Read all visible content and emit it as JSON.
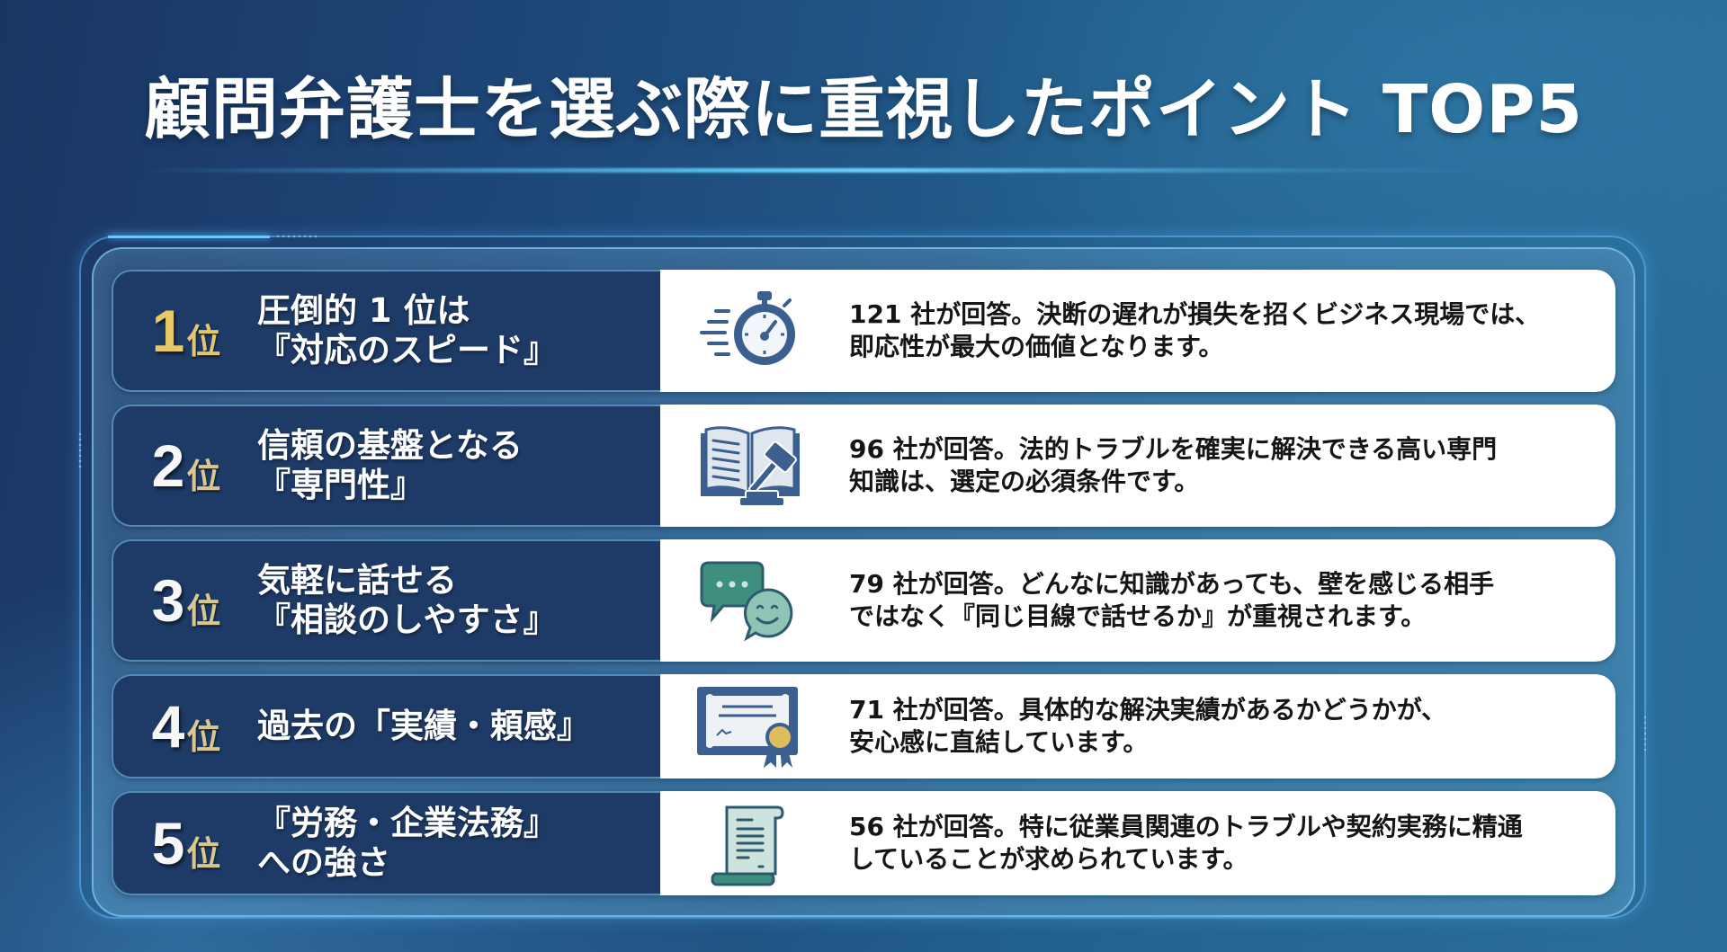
{
  "title": "顧問弁護士を選ぶ際に重視したポイント TOP5",
  "colors": {
    "background": "#1e4b7c",
    "row_label_bg": "#1e3a66",
    "row_desc_bg": "#ffffff",
    "gold": "#e8c868",
    "accent_line": "#5cc7f5",
    "icon_blue": "#3b5f8e",
    "icon_teal": "#3f8f7e"
  },
  "rank_unit": "位",
  "items": [
    {
      "rank": "1",
      "heading_lines": [
        "圧倒的 1 位は",
        "『対応のスピード』"
      ],
      "icon": "stopwatch-icon",
      "count": "121",
      "description_lines": [
        "121 社が回答。決断の遅れが損失を招くビジネス現場では、",
        "即応性が最大の価値となります。"
      ]
    },
    {
      "rank": "2",
      "heading_lines": [
        "信頼の基盤となる",
        "『専門性』"
      ],
      "icon": "law-book-gavel-icon",
      "count": "96",
      "description_lines": [
        "96 社が回答。法的トラブルを確実に解決できる高い専門",
        "知識は、選定の必須条件です。"
      ]
    },
    {
      "rank": "3",
      "heading_lines": [
        "気軽に話せる",
        "『相談のしやすさ』"
      ],
      "icon": "chat-bubbles-icon",
      "count": "79",
      "description_lines": [
        "79 社が回答。どんなに知識があっても、壁を感じる相手",
        "ではなく『同じ目線で話せるか』が重視されます。"
      ]
    },
    {
      "rank": "4",
      "heading_lines": [
        "過去の「実績・頼感』"
      ],
      "icon": "certificate-icon",
      "count": "71",
      "description_lines": [
        "71 社が回答。具体的な解決実績があるかどうかが、",
        "安心感に直結しています。"
      ]
    },
    {
      "rank": "5",
      "heading_lines": [
        "『労務・企業法務』",
        "への強さ"
      ],
      "icon": "scroll-document-icon",
      "count": "56",
      "description_lines": [
        "56 社が回答。特に従業員関連のトラブルや契約実務に精通",
        "していることが求められています。"
      ]
    }
  ]
}
